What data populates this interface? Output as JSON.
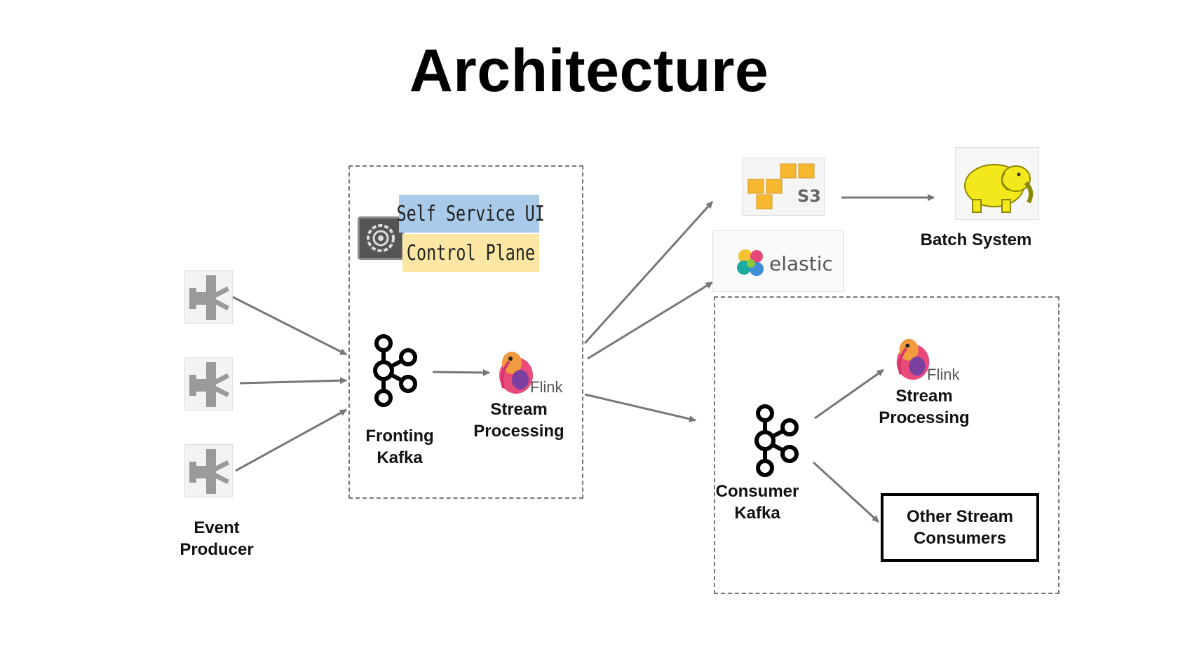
{
  "title": "Architecture",
  "event_producer": {
    "label_line1": "Event",
    "label_line2": "Producer",
    "count": 3
  },
  "fronting": {
    "self_service_ui": "Self Service UI",
    "control_plane": "Control Plane",
    "kafka_line1": "Fronting",
    "kafka_line2": "Kafka",
    "flink_logo_text": "Flink",
    "stream_line1": "Stream",
    "stream_line2": "Processing"
  },
  "sinks": {
    "s3_logo_text": "S3",
    "elastic_logo_text": "elastic",
    "batch_label": "Batch System"
  },
  "consumer": {
    "kafka_line1": "Consumer",
    "kafka_line2": "Kafka",
    "flink_logo_text": "Flink",
    "stream_line1": "Stream",
    "stream_line2": "Processing",
    "other_line1": "Other Stream",
    "other_line2": "Consumers"
  },
  "colors": {
    "arrow": "#777777",
    "ui_blue": "#a9cbe9",
    "control_yellow": "#fbe7a3",
    "hadoop_yellow": "#f2e81c",
    "aws_orange": "#f5b82e"
  }
}
